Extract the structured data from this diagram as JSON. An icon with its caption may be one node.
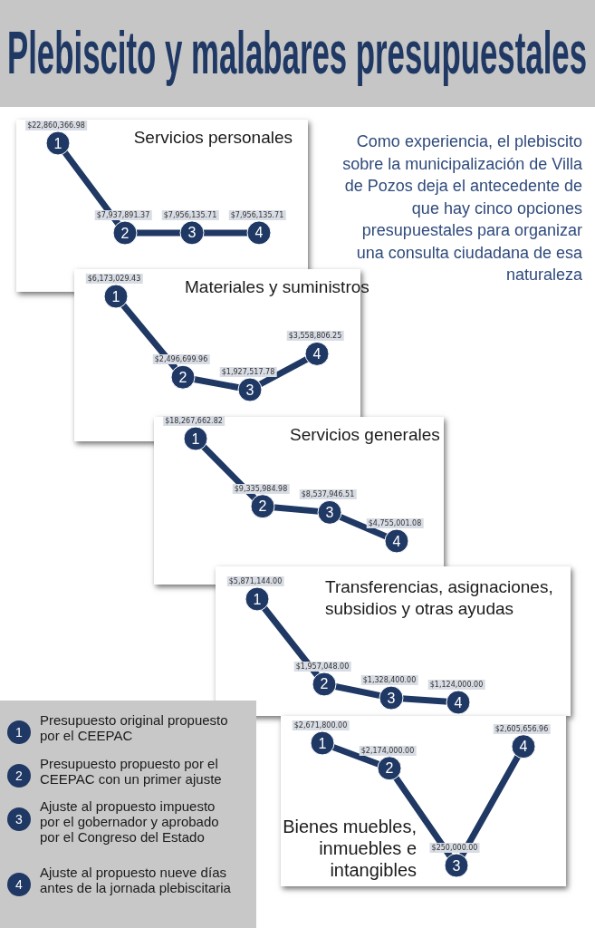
{
  "diagram": {
    "title": "Plebiscito y malabares presupuestales",
    "labels": [
      "Como experiencia, el plebiscito sobre la municipalización de Villa de Pozos deja el antecedente de que hay cinco opciones presupuestales para organizar una consulta ciudadana de esa naturaleza",
      "1",
      "2",
      "3",
      "4"
    ],
    "legend": [
      {
        "text": "Presupuesto original propuesto por el CEEPAC"
      },
      {
        "text": "Presupuesto propuesto por el CEEPAC con un primer ajuste"
      },
      {
        "text": "Ajuste al propuesto impuesto por el gobernador y aprobado por el Congreso del Estado"
      },
      {
        "text": "Ajuste al propuesto nueve días antes de la jornada plebiscitaria"
      }
    ],
    "chart_data": [
      {
        "type": "line",
        "title": "Servicios personales",
        "categories": [
          "1",
          "2",
          "3",
          "4"
        ],
        "series": [
          {
            "color": "#1f3864",
            "marker": "circle",
            "values": [
              22860366.98,
              7937891.37,
              7956135.71,
              7956135.71
            ],
            "value_labels": [
              "$22,860,366.98",
              "$7,937,891.37",
              "$7,956,135.71",
              "$7,956,135.71"
            ]
          }
        ]
      },
      {
        "type": "line",
        "title": "Materiales y suministros",
        "categories": [
          "1",
          "2",
          "3",
          "4"
        ],
        "series": [
          {
            "color": "#1f3864",
            "marker": "circle",
            "values": [
              6173029.43,
              2496699.96,
              1927517.78,
              3558806.25
            ],
            "value_labels": [
              "$6,173,029.43",
              "$2,496,699.96",
              "$1,927,517.78",
              "$3,558,806.25"
            ]
          }
        ]
      },
      {
        "type": "line",
        "title": "Servicios generales",
        "categories": [
          "1",
          "2",
          "3",
          "4"
        ],
        "series": [
          {
            "color": "#1f3864",
            "marker": "circle",
            "values": [
              18267662.82,
              9335984.98,
              8537946.51,
              4755001.08
            ],
            "value_labels": [
              "$18,267,662.82",
              "$9,335,984.98",
              "$8,537,946.51",
              "$4,755,001.08"
            ]
          }
        ]
      },
      {
        "type": "line",
        "title": "Transferencias, asignaciones, subsidios y otras ayudas",
        "categories": [
          "1",
          "2",
          "3",
          "4"
        ],
        "series": [
          {
            "color": "#1f3864",
            "marker": "circle",
            "values": [
              5871144.0,
              1957048.0,
              1328400.0,
              1124000.0
            ],
            "value_labels": [
              "$5,871,144.00",
              "$1,957,048.00",
              "$1,328,400.00",
              "$1,124,000.00"
            ]
          }
        ]
      },
      {
        "type": "line",
        "title": "Bienes muebles, inmuebles e intangibles",
        "categories": [
          "1",
          "2",
          "3",
          "4"
        ],
        "series": [
          {
            "color": "#1f3864",
            "marker": "circle",
            "values": [
              2671800.0,
              2174000.0,
              250000.0,
              2605656.96
            ],
            "value_labels": [
              "$2,671,800.00",
              "$2,174,000.00",
              "$250,000.00",
              "$2,605,656.96"
            ]
          }
        ]
      }
    ]
  }
}
